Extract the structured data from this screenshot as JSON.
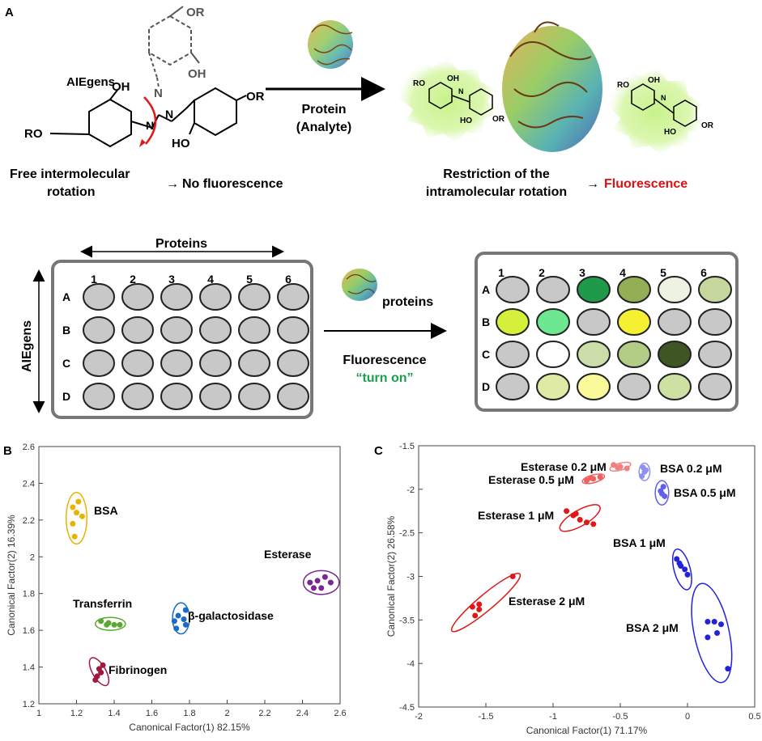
{
  "figure": {
    "panel_a": {
      "label": "A",
      "chem_labels": {
        "or_top": "OR",
        "oh_top": "OH",
        "n_left": "N",
        "n_mid": "N",
        "n_right": "N",
        "oh_left": "OH",
        "ro_left": "RO",
        "or_right": "OR",
        "ho_right": "HO"
      },
      "aiegens_label": "AIEgens",
      "arrow_label_line1": "Protein",
      "arrow_label_line2": "(Analyte)",
      "free_rotation_line1": "Free intermolecular",
      "free_rotation_line2": "rotation",
      "no_fluorescence": "No fluorescence",
      "restriction_line1": "Restriction of the",
      "restriction_line2": "intramolecular rotation",
      "fluorescence": "Fluorescence",
      "arrow_glyph": "→",
      "mini_labels": {
        "ro": "RO",
        "oh": "OH",
        "ho": "HO",
        "or": "OR",
        "n": "N"
      },
      "proteins_header": "Proteins",
      "aiegens_side": "AIEgens",
      "columns": [
        "1",
        "2",
        "3",
        "4",
        "5",
        "6"
      ],
      "rows": [
        "A",
        "B",
        "C",
        "D"
      ],
      "proteins_label": "proteins",
      "fluor_line1": "Fluorescence",
      "turn_on": "“turn on”",
      "plate_after_colors": [
        [
          "#c8c8c8",
          "#c8c8c8",
          "#1e9a4a",
          "#93ae55",
          "#eef2e0",
          "#c6d79e"
        ],
        [
          "#d4f03a",
          "#6ee890",
          "#c8c8c8",
          "#f5f032",
          "#c8c8c8",
          "#c8c8c8"
        ],
        [
          "#c8c8c8",
          "#ffffff",
          "#cbdda8",
          "#b2cc86",
          "#3e5624",
          "#c8c8c8"
        ],
        [
          "#c8c8c8",
          "#dfeaa4",
          "#fafa9a",
          "#c8c8c8",
          "#cde2a2",
          "#c8c8c8"
        ]
      ],
      "colors": {
        "fluorescence": "#dd1111",
        "turn_on": "#1aa04a",
        "well_empty": "#c8c8c8",
        "glow": "#c7f28a"
      }
    },
    "panel_b": {
      "label": "B"
    },
    "panel_c": {
      "label": "C"
    }
  },
  "chart_data": [
    {
      "type": "scatter",
      "panel": "B",
      "title": "",
      "xlabel": "Canonical Factor(1) 82.15%",
      "ylabel": "Canonical Factor(2) 16.39%",
      "xlim": [
        1,
        2.6
      ],
      "ylim": [
        1.2,
        2.6
      ],
      "xticks": [
        "1",
        "1.2",
        "1.4",
        "1.6",
        "1.8",
        "2",
        "2.2",
        "2.4",
        "2.6"
      ],
      "yticks": [
        "1.2",
        "1.4",
        "1.6",
        "1.8",
        "2",
        "2.2",
        "2.4",
        "2.6"
      ],
      "grid": false,
      "series": [
        {
          "name": "BSA",
          "color": "#e8b400",
          "points": [
            [
              1.18,
              2.27
            ],
            [
              1.21,
              2.3
            ],
            [
              1.2,
              2.24
            ],
            [
              1.23,
              2.22
            ],
            [
              1.18,
              2.18
            ],
            [
              1.19,
              2.11
            ]
          ],
          "ellipse": {
            "cx": 1.2,
            "cy": 2.21,
            "rx": 0.055,
            "ry": 0.14,
            "angle": 0
          }
        },
        {
          "name": "Transferrin",
          "color": "#5aa832",
          "points": [
            [
              1.33,
              1.65
            ],
            [
              1.37,
              1.64
            ],
            [
              1.4,
              1.63
            ],
            [
              1.43,
              1.63
            ],
            [
              1.36,
              1.63
            ]
          ],
          "ellipse": {
            "cx": 1.38,
            "cy": 1.635,
            "rx": 0.08,
            "ry": 0.035,
            "angle": 0
          }
        },
        {
          "name": "β-galactosidase",
          "color": "#1a6cc8",
          "points": [
            [
              1.78,
              1.71
            ],
            [
              1.74,
              1.68
            ],
            [
              1.77,
              1.66
            ],
            [
              1.72,
              1.65
            ],
            [
              1.78,
              1.63
            ],
            [
              1.73,
              1.61
            ]
          ],
          "ellipse": {
            "cx": 1.755,
            "cy": 1.665,
            "rx": 0.045,
            "ry": 0.085,
            "angle": 0
          }
        },
        {
          "name": "Fibrinogen",
          "color": "#a01840",
          "points": [
            [
              1.34,
              1.41
            ],
            [
              1.32,
              1.39
            ],
            [
              1.33,
              1.37
            ],
            [
              1.31,
              1.35
            ],
            [
              1.3,
              1.33
            ]
          ],
          "ellipse": {
            "cx": 1.32,
            "cy": 1.375,
            "rx": 0.035,
            "ry": 0.085,
            "angle": -30
          }
        },
        {
          "name": "Esterase",
          "color": "#7a2890",
          "points": [
            [
              2.44,
              1.86
            ],
            [
              2.48,
              1.87
            ],
            [
              2.52,
              1.89
            ],
            [
              2.55,
              1.86
            ],
            [
              2.5,
              1.83
            ],
            [
              2.46,
              1.83
            ]
          ],
          "ellipse": {
            "cx": 2.5,
            "cy": 1.86,
            "rx": 0.095,
            "ry": 0.065,
            "angle": 0
          }
        }
      ]
    },
    {
      "type": "scatter",
      "panel": "C",
      "title": "",
      "xlabel": "Canonical Factor(1) 71.17%",
      "ylabel": "Canonical Factor(2) 26.58%",
      "xlim": [
        -2,
        0.5
      ],
      "ylim": [
        -4.5,
        -1.5
      ],
      "xticks": [
        "-2",
        "-1.5",
        "-1",
        "-0.5",
        "0",
        "0.5"
      ],
      "yticks": [
        "-1.5",
        "-2",
        "-2.5",
        "-3",
        "-3.5",
        "-4",
        "-4.5"
      ],
      "grid": false,
      "series": [
        {
          "name": "Esterase 0.2 μM",
          "color": "#f08080",
          "points": [
            [
              -0.55,
              -1.72
            ],
            [
              -0.5,
              -1.74
            ],
            [
              -0.45,
              -1.76
            ],
            [
              -0.52,
              -1.75
            ]
          ],
          "ellipse": {
            "cx": -0.5,
            "cy": -1.74,
            "rx": 0.08,
            "ry": 0.04,
            "angle": -15
          }
        },
        {
          "name": "Esterase 0.5 μM",
          "color": "#f06060",
          "points": [
            [
              -0.75,
              -1.9
            ],
            [
              -0.7,
              -1.88
            ],
            [
              -0.65,
              -1.86
            ],
            [
              -0.72,
              -1.87
            ]
          ],
          "ellipse": {
            "cx": -0.7,
            "cy": -1.88,
            "rx": 0.085,
            "ry": 0.045,
            "angle": -15
          }
        },
        {
          "name": "Esterase 1 μM",
          "color": "#e01818",
          "points": [
            [
              -0.9,
              -2.25
            ],
            [
              -0.85,
              -2.3
            ],
            [
              -0.8,
              -2.35
            ],
            [
              -0.75,
              -2.38
            ],
            [
              -0.7,
              -2.4
            ],
            [
              -0.83,
              -2.28
            ]
          ],
          "ellipse": {
            "cx": -0.8,
            "cy": -2.33,
            "rx": 0.17,
            "ry": 0.09,
            "angle": -30
          }
        },
        {
          "name": "Esterase 2 μM",
          "color": "#e01818",
          "points": [
            [
              -1.6,
              -3.35
            ],
            [
              -1.55,
              -3.38
            ],
            [
              -1.58,
              -3.45
            ],
            [
              -1.3,
              -3.0
            ],
            [
              -1.55,
              -3.32
            ]
          ],
          "ellipse": {
            "cx": -1.5,
            "cy": -3.3,
            "rx": 0.33,
            "ry": 0.09,
            "angle": -40
          }
        },
        {
          "name": "BSA 0.2 μM",
          "color": "#9090f0",
          "points": [
            [
              -0.33,
              -1.75
            ],
            [
              -0.32,
              -1.8
            ],
            [
              -0.34,
              -1.85
            ],
            [
              -0.31,
              -1.78
            ]
          ],
          "ellipse": {
            "cx": -0.32,
            "cy": -1.8,
            "rx": 0.04,
            "ry": 0.1,
            "angle": 0
          }
        },
        {
          "name": "BSA 0.5 μM",
          "color": "#6060e8",
          "points": [
            [
              -0.18,
              -1.97
            ],
            [
              -0.2,
              -2.02
            ],
            [
              -0.17,
              -2.08
            ],
            [
              -0.19,
              -2.05
            ]
          ],
          "ellipse": {
            "cx": -0.19,
            "cy": -2.04,
            "rx": 0.05,
            "ry": 0.14,
            "angle": 0
          }
        },
        {
          "name": "BSA 1 μM",
          "color": "#2222dd",
          "points": [
            [
              -0.08,
              -2.8
            ],
            [
              -0.05,
              -2.88
            ],
            [
              -0.02,
              -2.92
            ],
            [
              0,
              -2.98
            ],
            [
              -0.06,
              -2.85
            ]
          ],
          "ellipse": {
            "cx": -0.04,
            "cy": -2.92,
            "rx": 0.06,
            "ry": 0.24,
            "angle": -15
          }
        },
        {
          "name": "BSA 2 μM",
          "color": "#2222dd",
          "points": [
            [
              0.15,
              -3.52
            ],
            [
              0.2,
              -3.52
            ],
            [
              0.25,
              -3.55
            ],
            [
              0.22,
              -3.65
            ],
            [
              0.15,
              -3.7
            ],
            [
              0.3,
              -4.06
            ]
          ],
          "ellipse": {
            "cx": 0.18,
            "cy": -3.65,
            "rx": 0.13,
            "ry": 0.58,
            "angle": -12
          }
        }
      ]
    }
  ]
}
